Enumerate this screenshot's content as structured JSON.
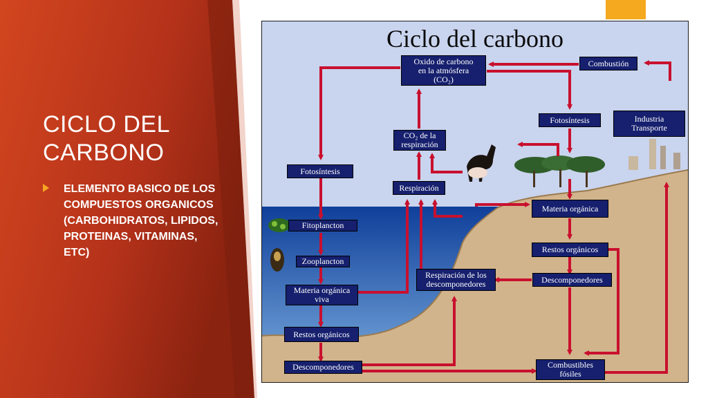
{
  "slide": {
    "title": "CICLO DEL\nCARBONO",
    "bullet": "ELEMENTO BASICO DE LOS COMPUESTOS ORGANICOS (CARBOHIDRATOS, LIPIDOS, PROTEINAS, VITAMINAS, ETC)"
  },
  "diagram": {
    "title": "Ciclo del carbono",
    "nodes": {
      "co2_atmosphere": [
        "Oxido de carbono",
        "en la atmósfera",
        "(CO₂)"
      ],
      "combustion": "Combustión",
      "photosynthesis_land": "Fotosíntesis",
      "industry": [
        "Industria",
        "Transporte"
      ],
      "co2_respiration": [
        "CO₂ de la",
        "respiración"
      ],
      "photosynthesis_sea": "Fotosíntesis",
      "respiration": "Respiración",
      "organic_matter_land": "Materia orgánica",
      "phytoplankton": "Fitoplancton",
      "organic_remains_land": "Restos orgánicos",
      "zooplankton": "Zooplancton",
      "decomposer_respiration": [
        "Respiración de los",
        "descomponedores"
      ],
      "decomposers_land": "Descomponedores",
      "living_organic_matter": [
        "Materia orgánica",
        "viva"
      ],
      "organic_remains_sea": "Restos orgánicos",
      "decomposers_sea": "Descomponedores",
      "fossil_fuels": [
        "Combustibles",
        "fósiles"
      ]
    }
  },
  "colors": {
    "panel_red": "#c23a1c",
    "panel_dark": "#7a1f0c",
    "accent": "#f4a91e",
    "node_fill": "#16206e",
    "arrow_red": "#c8102e",
    "sky": "#c9d4ee",
    "sea": "#1f5fb4",
    "land": "#d2b48c"
  }
}
